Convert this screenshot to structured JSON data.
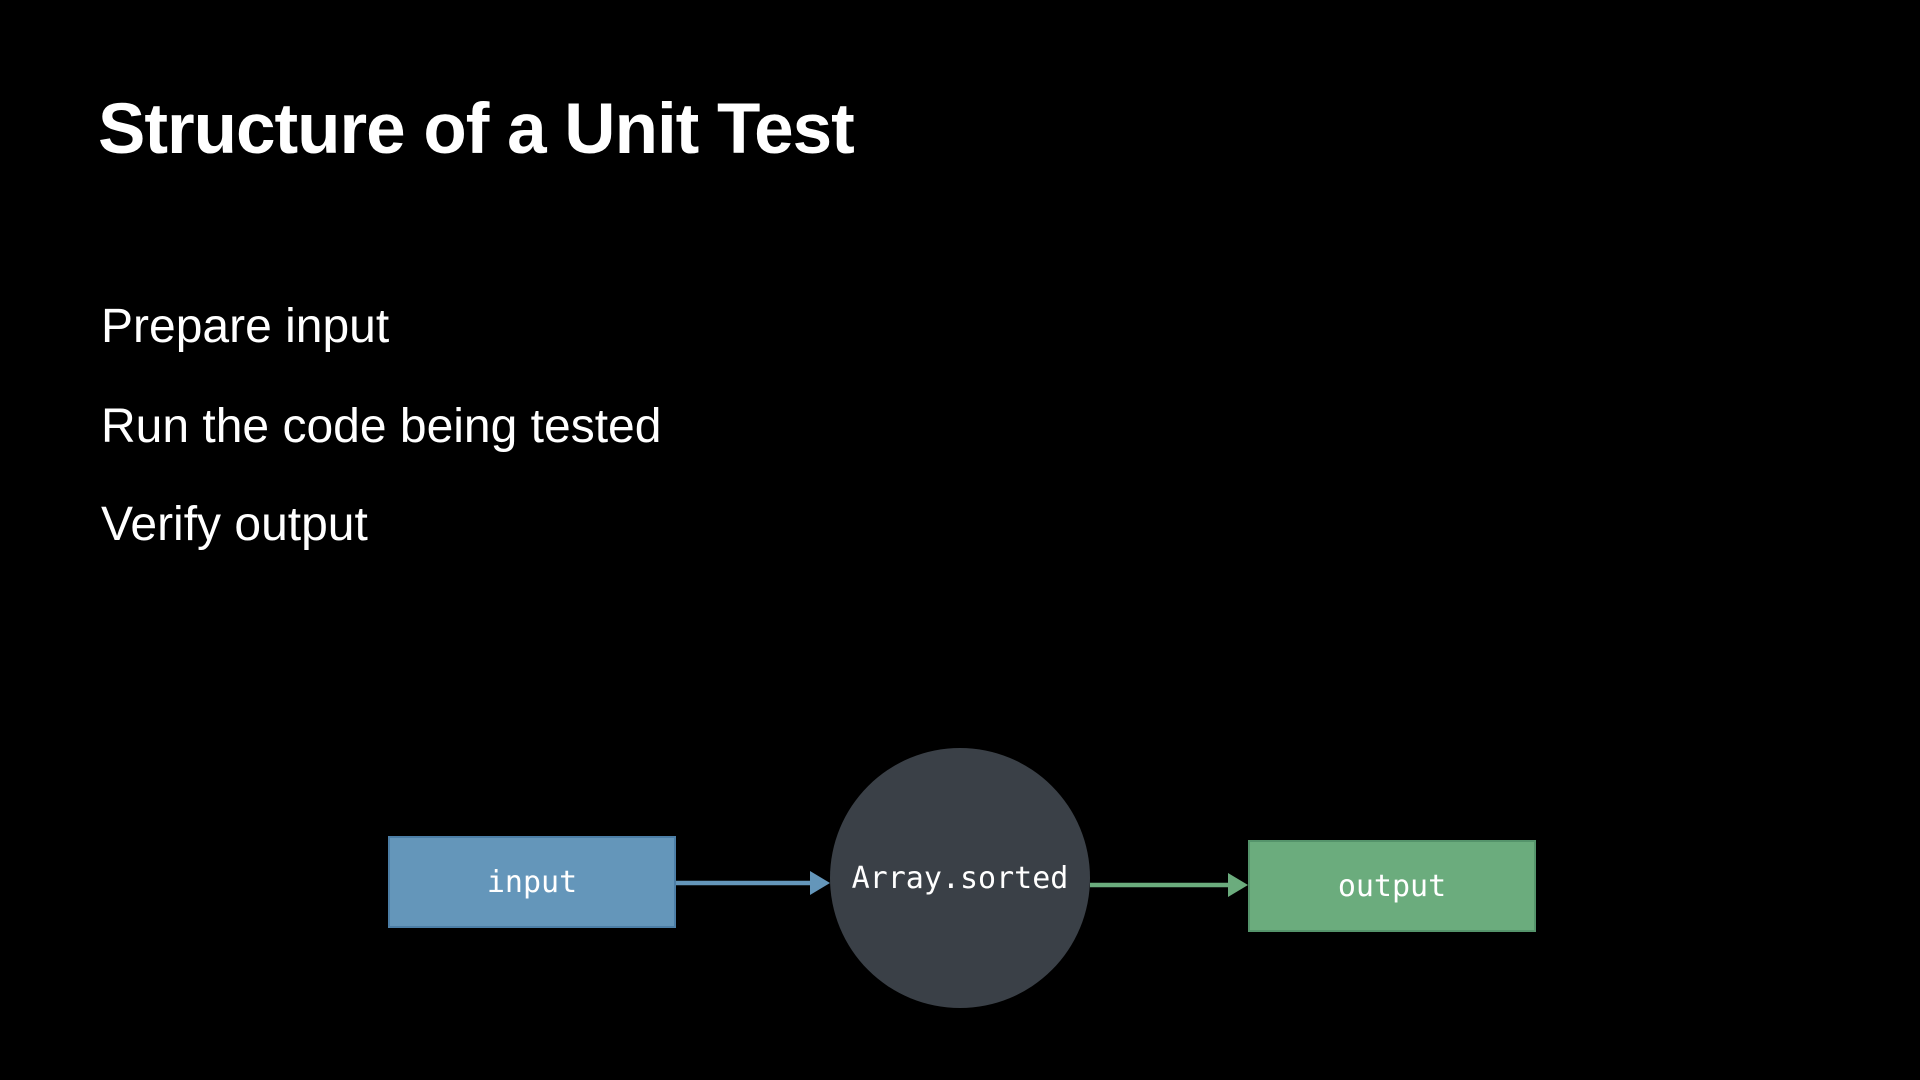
{
  "colors": {
    "background": "#000000",
    "text": "#ffffff",
    "node-blue": "#6496BA",
    "node-blue-border": "#4C7EA6",
    "node-gray": "#3A4047",
    "node-green": "#6BAC7D",
    "node-green-border": "#55946B",
    "arrow-blue": "#6496BA",
    "arrow-green": "#6BAC7D"
  },
  "slide": {
    "title": "Structure of a Unit Test",
    "bullets": [
      "Prepare input",
      "Run the code being tested",
      "Verify output"
    ]
  },
  "diagram": {
    "input_node": {
      "label": "input",
      "shape": "rect"
    },
    "function_node": {
      "label": "Array.sorted",
      "shape": "circle"
    },
    "output_node": {
      "label": "output",
      "shape": "rect"
    },
    "edges": [
      {
        "from": "input",
        "to": "Array.sorted"
      },
      {
        "from": "Array.sorted",
        "to": "output"
      }
    ]
  }
}
